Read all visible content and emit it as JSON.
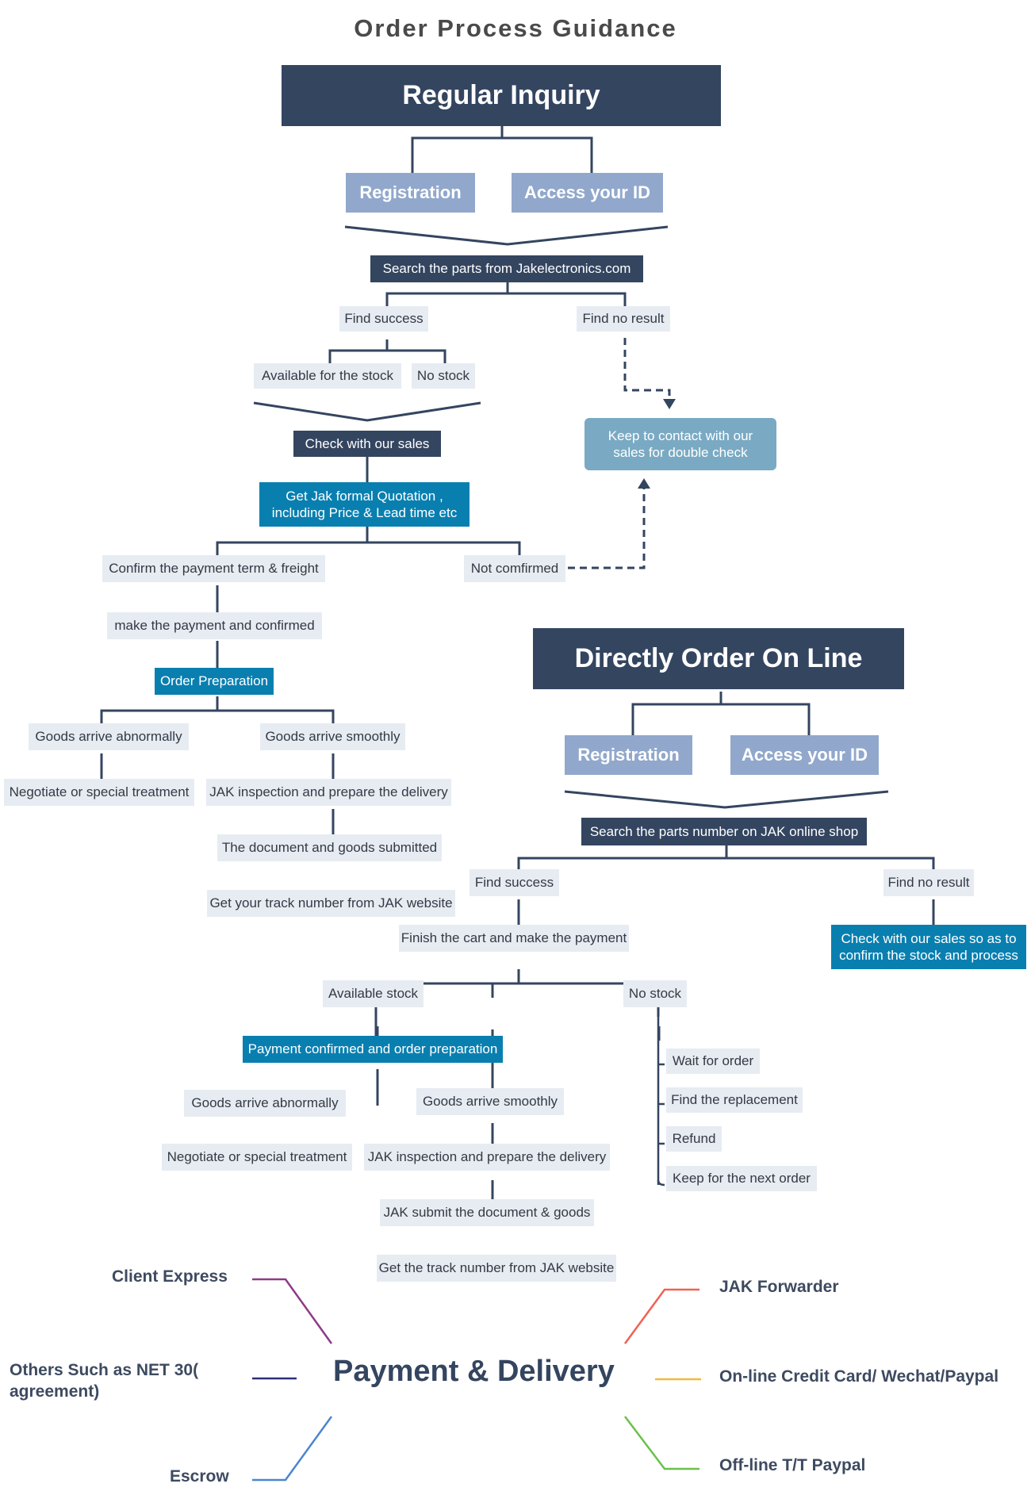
{
  "title": "Order Process Guidance",
  "colors": {
    "dark_navy": "#344560",
    "muted_blue": "#91a8cc",
    "teal": "#097fb0",
    "sea_blue": "#7aaac3",
    "light_gray_blue": "#e7ecf3",
    "client_express": "#8e3a87",
    "net30": "#2c2f7a",
    "escrow": "#4a86cf",
    "jak_forwarder": "#ef6253",
    "online_card": "#f6b93b",
    "offline_tt": "#6cc04a"
  },
  "regular": {
    "header": "Regular Inquiry",
    "registration": "Registration",
    "access_id": "Access your ID",
    "search": "Search the parts  from Jakelectronics.com",
    "find_success": "Find success",
    "find_no_result": "Find no result",
    "available": "Available for the stock",
    "no_stock": "No stock",
    "check_sales": "Check with our sales",
    "keep_contact": "Keep to contact with our sales for double check",
    "quotation": "Get Jak formal Quotation , including Price & Lead time etc",
    "confirm_payment": "Confirm the payment term & freight",
    "not_confirmed": "Not comfirmed",
    "make_payment": "make the payment and confirmed",
    "order_prep": "Order Preparation",
    "abnormal": "Goods  arrive  abnormally",
    "smooth": "Goods  arrive smoothly",
    "negotiate": "Negotiate or special treatment",
    "inspection": "JAK inspection and prepare the delivery",
    "doc_submitted": "The document and goods submitted",
    "track": "Get your track number from JAK website"
  },
  "online": {
    "header": "Directly Order On Line",
    "registration": "Registration",
    "access_id": "Access your ID",
    "search": "Search the parts number on JAK online shop",
    "find_success": "Find success",
    "find_no_result": "Find no result",
    "check_sales": "Check with our sales so as to confirm the stock and process",
    "finish_cart": "Finish the cart and make the payment",
    "available": "Available stock",
    "no_stock": "No stock",
    "payment_confirmed": "Payment confirmed and order preparation",
    "no_stock_options": [
      "Wait for order",
      "Find the replacement",
      "Refund",
      "Keep for  the next order"
    ],
    "abnormal": "Goods  arrive  abnormally",
    "smooth": "Goods  arrive  smoothly",
    "negotiate": "Negotiate or special treatment",
    "inspection": "JAK inspection and prepare the delivery",
    "submit_doc": "JAK submit the document & goods",
    "track": "Get the track number from JAK website"
  },
  "payment_delivery": {
    "center": "Payment & Delivery",
    "left": [
      "Client Express",
      "Others Such as NET 30( agreement)",
      "Escrow"
    ],
    "right": [
      "JAK Forwarder",
      "On-line Credit Card/ Wechat/Paypal",
      "Off-line T/T Paypal"
    ]
  }
}
